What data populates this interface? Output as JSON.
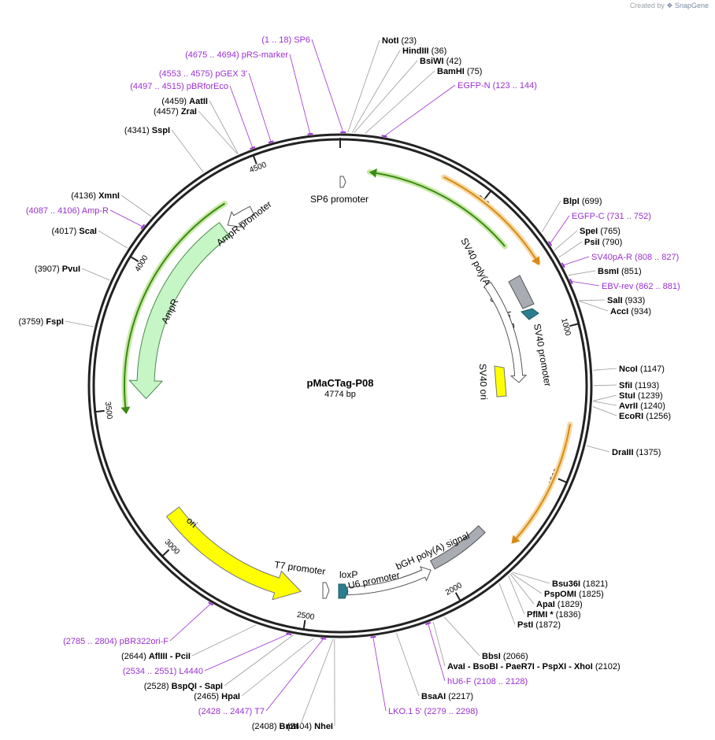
{
  "credit": {
    "prefix": "Created by",
    "brand": "SnapGene"
  },
  "plasmid": {
    "name": "pMaCTag-P08",
    "length_label": "4774 bp",
    "total_bp": 4774
  },
  "ticks": [
    "500",
    "1000",
    "1500",
    "2000",
    "2500",
    "3000",
    "3500",
    "4000",
    "4500"
  ],
  "sites": [
    {
      "name": "NotI",
      "pos": "(23)",
      "bp": 23,
      "side": "R"
    },
    {
      "name": "HindIII",
      "pos": "(36)",
      "bp": 36,
      "side": "R"
    },
    {
      "name": "BsiWI",
      "pos": "(42)",
      "bp": 42,
      "side": "R"
    },
    {
      "name": "BamHI",
      "pos": "(75)",
      "bp": 75,
      "side": "R"
    },
    {
      "name": "BlpI",
      "pos": "(699)",
      "bp": 699,
      "side": "R"
    },
    {
      "name": "SpeI",
      "pos": "(765)",
      "bp": 765,
      "side": "R"
    },
    {
      "name": "PsiI",
      "pos": "(790)",
      "bp": 790,
      "side": "R"
    },
    {
      "name": "BsmI",
      "pos": "(851)",
      "bp": 851,
      "side": "R"
    },
    {
      "name": "SalI",
      "pos": "(933)",
      "bp": 933,
      "side": "R"
    },
    {
      "name": "AccI",
      "pos": "(934)",
      "bp": 934,
      "side": "R"
    },
    {
      "name": "NcoI",
      "pos": "(1147)",
      "bp": 1147,
      "side": "R"
    },
    {
      "name": "SfiI",
      "pos": "(1193)",
      "bp": 1193,
      "side": "R"
    },
    {
      "name": "StuI",
      "pos": "(1239)",
      "bp": 1239,
      "side": "R"
    },
    {
      "name": "AvrII",
      "pos": "(1240)",
      "bp": 1240,
      "side": "R"
    },
    {
      "name": "EcoRI",
      "pos": "(1256)",
      "bp": 1256,
      "side": "R"
    },
    {
      "name": "DraIII",
      "pos": "(1375)",
      "bp": 1375,
      "side": "R"
    },
    {
      "name": "Bsu36I",
      "pos": "(1821)",
      "bp": 1821,
      "side": "R"
    },
    {
      "name": "PspOMI",
      "pos": "(1825)",
      "bp": 1825,
      "side": "R"
    },
    {
      "name": "ApaI",
      "pos": "(1829)",
      "bp": 1829,
      "side": "R"
    },
    {
      "name": "PflMI *",
      "pos": "(1836)",
      "bp": 1836,
      "side": "R"
    },
    {
      "name": "PstI",
      "pos": "(1872)",
      "bp": 1872,
      "side": "R"
    },
    {
      "name": "BbsI",
      "pos": "(2066)",
      "bp": 2066,
      "side": "R"
    },
    {
      "name": "AvaI  - BsoBI  - PaeR7I  - PspXI  - XhoI",
      "pos": "(2102)",
      "bp": 2102,
      "side": "R"
    },
    {
      "name": "BsaAI",
      "pos": "(2217)",
      "bp": 2217,
      "side": "R"
    },
    {
      "name": "NheI",
      "pos": "(2404)",
      "bp": 2404,
      "side": "L"
    },
    {
      "name": "BmtI",
      "pos": "(2408)",
      "bp": 2408,
      "side": "L"
    },
    {
      "name": "HpaI",
      "pos": "(2465)",
      "bp": 2465,
      "side": "L"
    },
    {
      "name": "BspQI  - SapI",
      "pos": "(2528)",
      "bp": 2528,
      "side": "L"
    },
    {
      "name": "AflIII  - PciI",
      "pos": "(2644)",
      "bp": 2644,
      "side": "L"
    },
    {
      "name": "FspI",
      "pos": "(3759)",
      "bp": 3759,
      "side": "L"
    },
    {
      "name": "PvuI",
      "pos": "(3907)",
      "bp": 3907,
      "side": "L"
    },
    {
      "name": "ScaI",
      "pos": "(4017)",
      "bp": 4017,
      "side": "L"
    },
    {
      "name": "XmnI",
      "pos": "(4136)",
      "bp": 4136,
      "side": "L"
    },
    {
      "name": "SspI",
      "pos": "(4341)",
      "bp": 4341,
      "side": "L"
    },
    {
      "name": "ZraI",
      "pos": "(4457)",
      "bp": 4457,
      "side": "L"
    },
    {
      "name": "AatII",
      "pos": "(4459)",
      "bp": 4459,
      "side": "L"
    }
  ],
  "primers": [
    {
      "name": "SP6",
      "range": "(1 .. 18)",
      "bp": 9,
      "side": "L"
    },
    {
      "name": "EGFP-N",
      "range": "(123 .. 144)",
      "bp": 133,
      "side": "R"
    },
    {
      "name": "EGFP-C",
      "range": "(731 .. 752)",
      "bp": 741,
      "side": "R"
    },
    {
      "name": "SV40pA-R",
      "range": "(808 .. 827)",
      "bp": 817,
      "side": "R"
    },
    {
      "name": "EBV-rev",
      "range": "(862 .. 881)",
      "bp": 871,
      "side": "R"
    },
    {
      "name": "hU6-F",
      "range": "(2108 .. 2128)",
      "bp": 2118,
      "side": "R"
    },
    {
      "name": "LKO.1 5'",
      "range": "(2279 .. 2298)",
      "bp": 2288,
      "side": "R"
    },
    {
      "name": "T7",
      "range": "(2428 .. 2447)",
      "bp": 2437,
      "side": "L"
    },
    {
      "name": "L4440",
      "range": "(2534 .. 2551)",
      "bp": 2542,
      "side": "L"
    },
    {
      "name": "pBR322ori-F",
      "range": "(2785 .. 2804)",
      "bp": 2794,
      "side": "L"
    },
    {
      "name": "Amp-R",
      "range": "(4087 .. 4106)",
      "bp": 4096,
      "side": "L"
    },
    {
      "name": "pBRforEco",
      "range": "(4497 .. 4515)",
      "bp": 4506,
      "side": "L"
    },
    {
      "name": "pGEX 3'",
      "range": "(4553 .. 4575)",
      "bp": 4564,
      "side": "L"
    },
    {
      "name": "pRS-marker",
      "range": "(4675 .. 4694)",
      "bp": 4684,
      "side": "L"
    }
  ],
  "features": [
    {
      "label": "SP6 promoter",
      "kind": "promoter"
    },
    {
      "label": "SV40 poly(A) signal",
      "kind": "polyA"
    },
    {
      "label": "loxP",
      "kind": "loxP"
    },
    {
      "label": "SV40 promoter",
      "kind": "promoter"
    },
    {
      "label": "SV40 ori",
      "kind": "ori"
    },
    {
      "label": "bGH poly(A) signal",
      "kind": "polyA"
    },
    {
      "label": "U6 promoter",
      "kind": "promoter"
    },
    {
      "label": "loxP",
      "kind": "loxP"
    },
    {
      "label": "T7 promoter",
      "kind": "promoter"
    },
    {
      "label": "ori",
      "kind": "ori"
    },
    {
      "label": "AmpR",
      "kind": "cds"
    },
    {
      "label": "AmpR promoter",
      "kind": "promoter"
    }
  ],
  "colors": {
    "backbone": "#222222",
    "enzyme_text": "#000000",
    "primer": "#9b30d0",
    "leader": "#9a9a9a",
    "cds_amp": "#c6f5c6",
    "ori": "#ffff00",
    "polyA": "#a9adb3",
    "loxP": "#2a7e8e",
    "promoter": "#ffffff",
    "orf_orange": "#d88a14",
    "orf_orange_glow": "#f5d9a3",
    "orf_green": "#3a8a14",
    "orf_green_glow": "#c9e9a7"
  }
}
